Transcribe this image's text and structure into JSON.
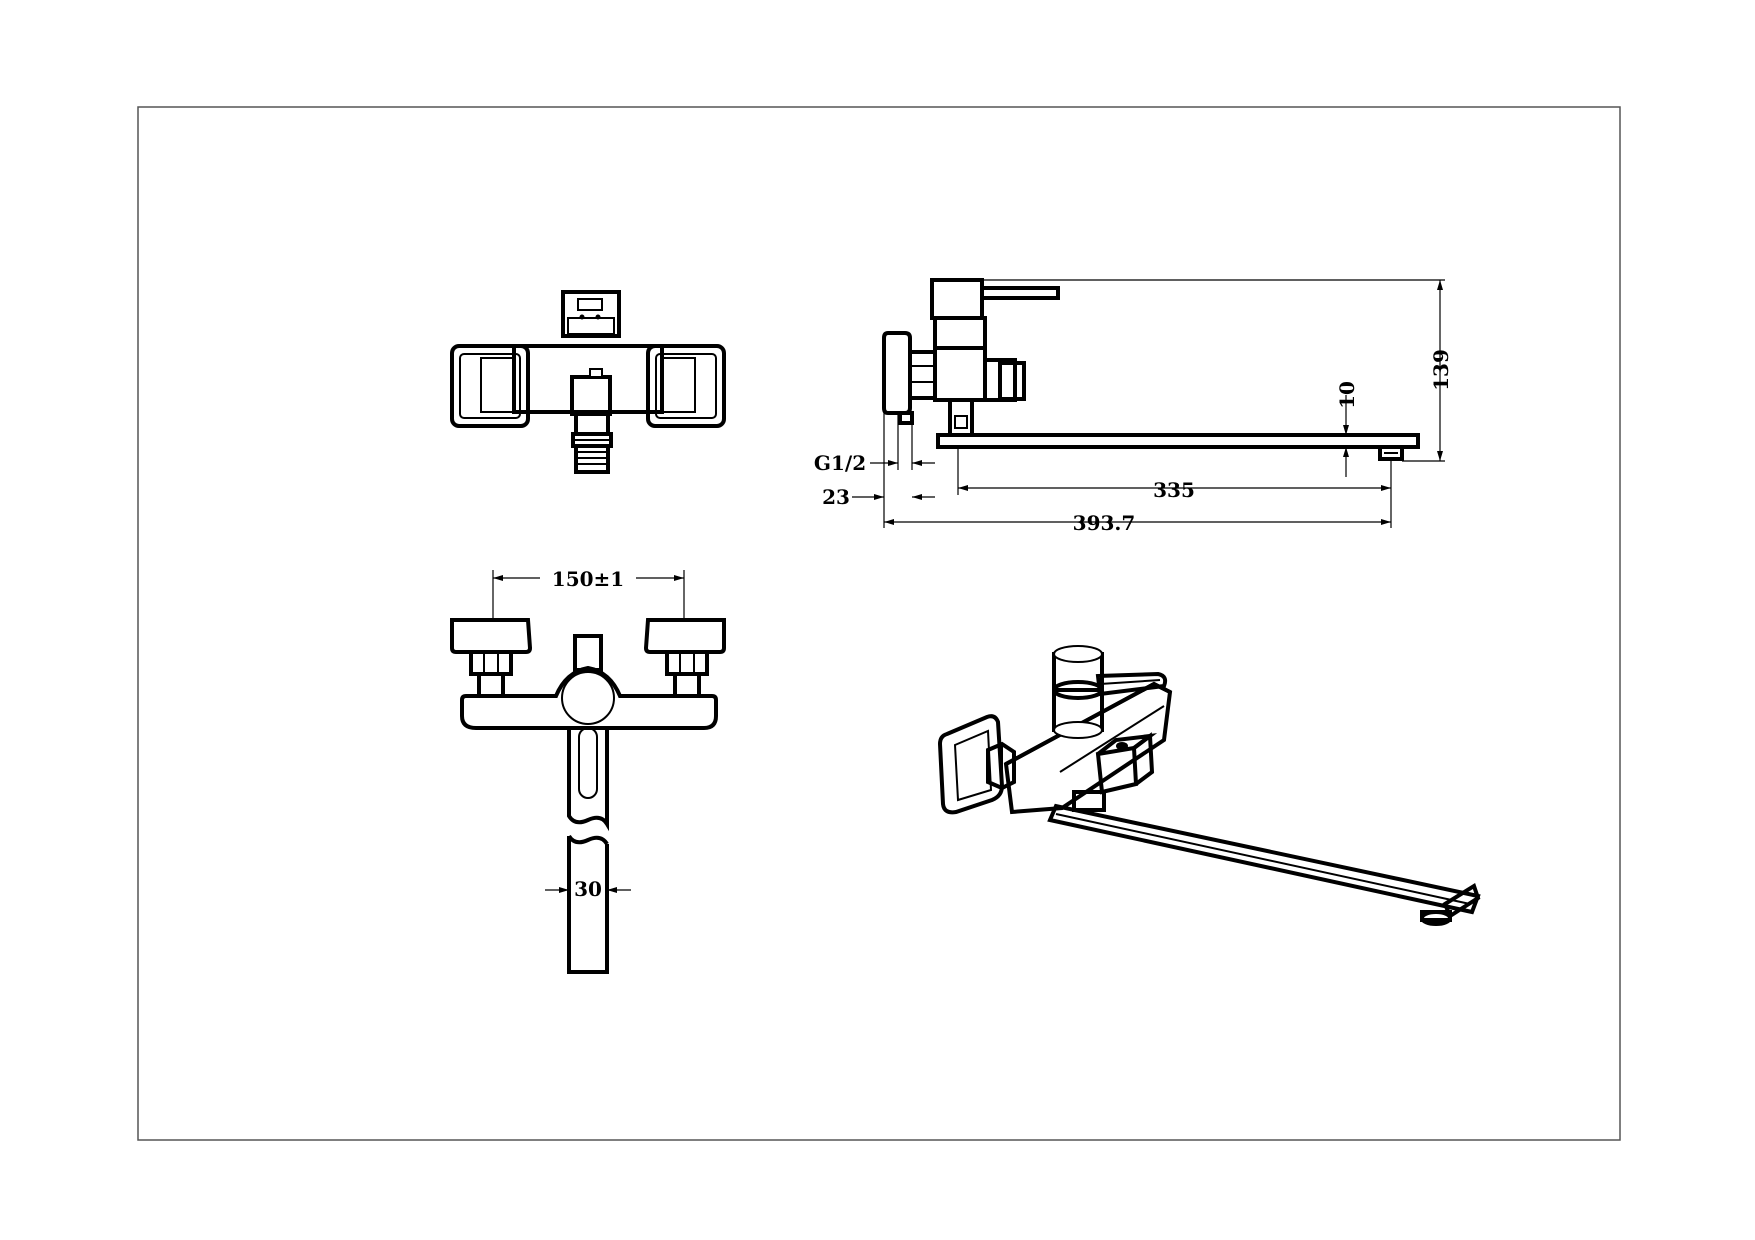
{
  "drawing": {
    "labels": {
      "pitch": "150±1",
      "spout_width": "30",
      "thread": "G1/2",
      "offset": "23",
      "reach": "335",
      "total_length": "393.7",
      "height": "139",
      "spout_height": "10"
    },
    "views": [
      "top-view",
      "front-view",
      "side-view",
      "isometric-view"
    ]
  }
}
